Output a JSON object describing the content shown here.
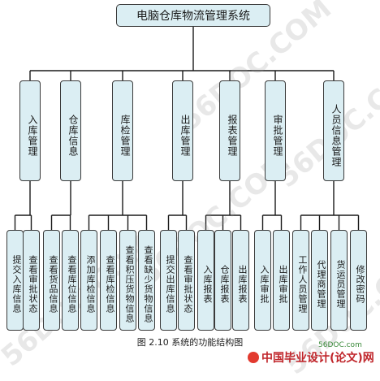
{
  "title": "电脑仓库物流管理系统",
  "modules": [
    {
      "label": "入库管理",
      "children": [
        "提交入库信息",
        "查看审批状态"
      ]
    },
    {
      "label": "仓库信息",
      "children": [
        "查看货品信息",
        "查看库位信息"
      ]
    },
    {
      "label": "库检管理",
      "children": [
        "添加库检信息",
        "查看库检信息",
        "查看积压货物信息",
        "查看缺少货物信息"
      ]
    },
    {
      "label": "出库管理",
      "children": [
        "提交出库信息",
        "查看审批状态"
      ]
    },
    {
      "label": "报表管理",
      "children": [
        "入库报表",
        "仓库报表",
        "出库报表"
      ]
    },
    {
      "label": "审批管理",
      "children": [
        "入库审批",
        "出库审批"
      ]
    },
    {
      "label": "人员信息管理",
      "children": [
        "工作人员管理",
        "代理商管理",
        "货运员管理",
        "修改密码"
      ]
    }
  ],
  "caption": "图 2.10 系统的功能结构图",
  "watermarks": [
    "56DOC.COM",
    "56DOC.COM",
    "56DOC.COM",
    "56DOC.COM",
    "56DOC.COM"
  ],
  "brand": {
    "site": "56DOC.com",
    "name": "中国毕业设计(论文)网"
  },
  "colors": {
    "box_fill": "#dbeef3",
    "line": "#1a1a1a",
    "border": "#3a3a3a",
    "brand_red": "#c0262b"
  }
}
